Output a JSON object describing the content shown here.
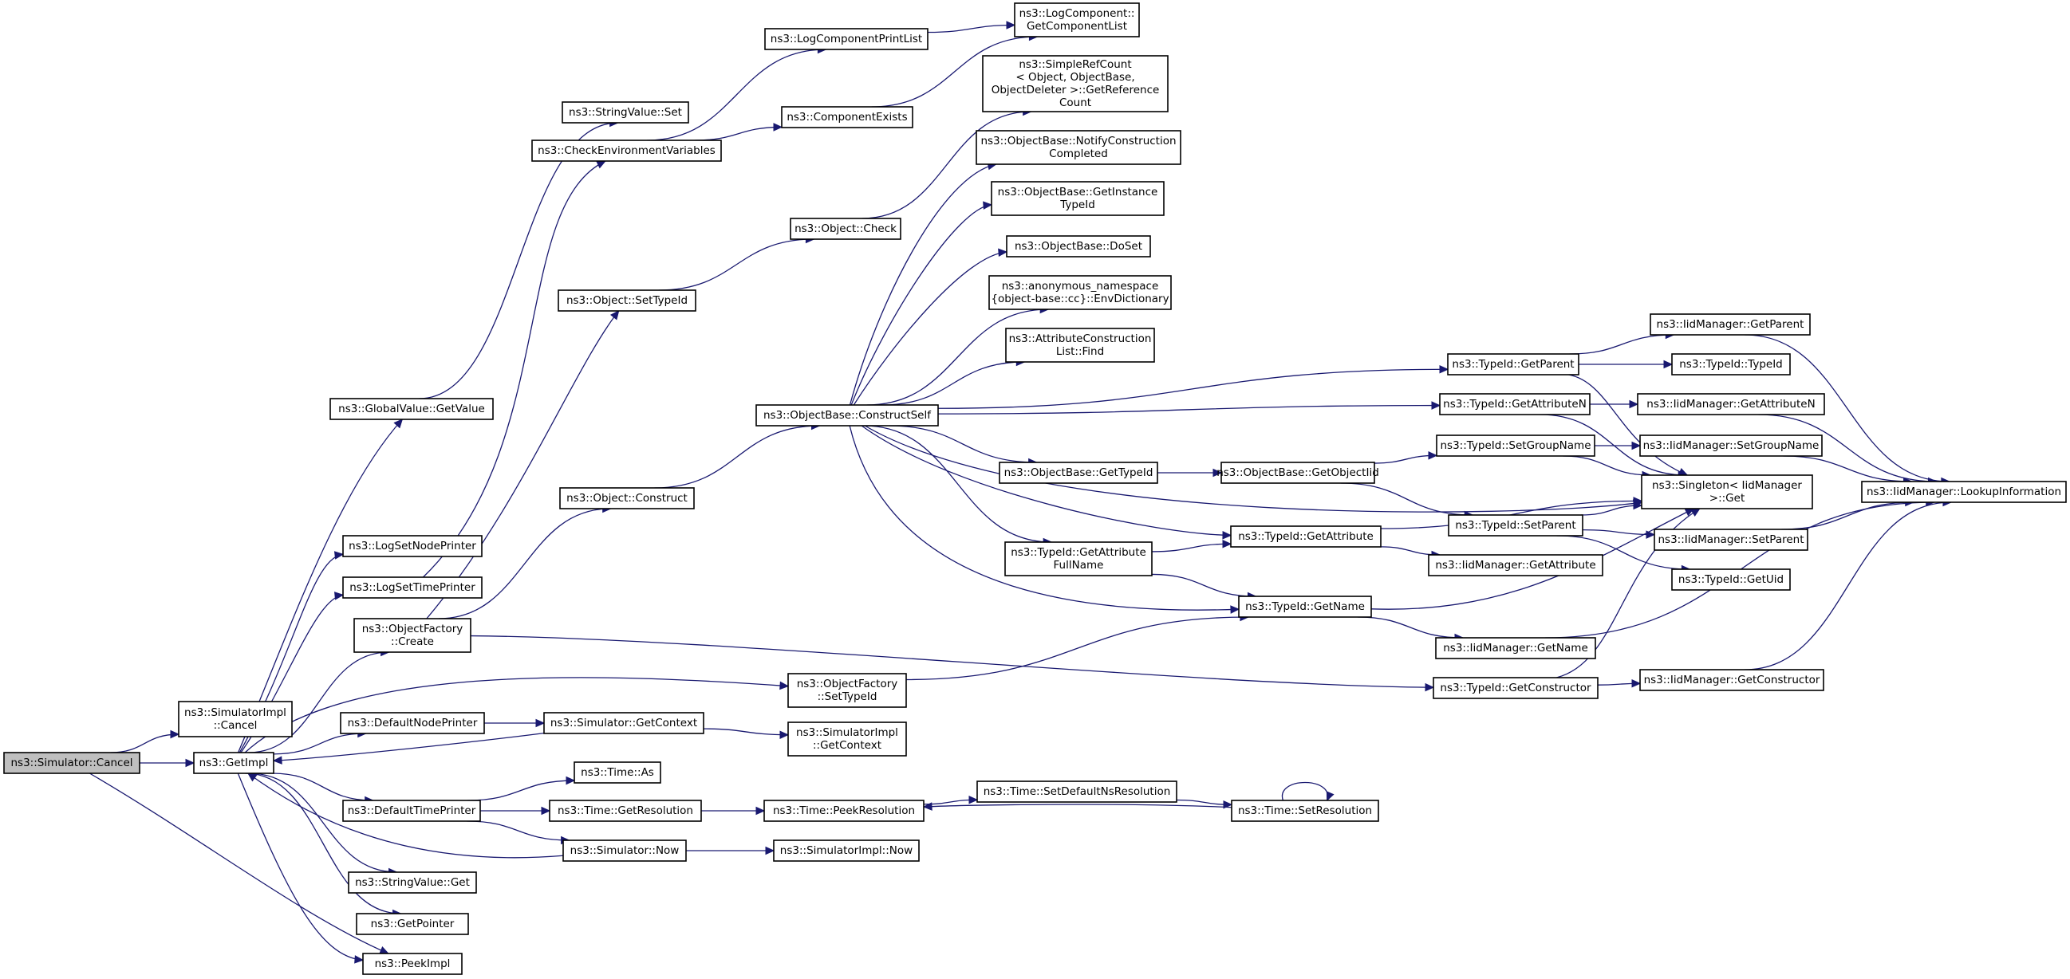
{
  "diagram": {
    "title": "",
    "colors": {
      "edge": "#191970",
      "node_border": "#000000",
      "root_fill": "#bfbfbf",
      "node_fill": "#ffffff",
      "background": "#ffffff"
    },
    "nodes": [
      {
        "id": "cancel",
        "lines": [
          "ns3::Simulator::Cancel"
        ],
        "root": true
      },
      {
        "id": "simimplcancel",
        "lines": [
          "ns3::SimulatorImpl",
          "::Cancel"
        ]
      },
      {
        "id": "getimpl",
        "lines": [
          "ns3::GetImpl"
        ]
      },
      {
        "id": "globalvalue",
        "lines": [
          "ns3::GlobalValue::GetValue"
        ]
      },
      {
        "id": "stringvalueset",
        "lines": [
          "ns3::StringValue::Set"
        ]
      },
      {
        "id": "checkenv",
        "lines": [
          "ns3::CheckEnvironmentVariables"
        ]
      },
      {
        "id": "logcompprint",
        "lines": [
          "ns3::LogComponentPrintList"
        ]
      },
      {
        "id": "getcomplist",
        "lines": [
          "ns3::LogComponent::",
          "GetComponentList"
        ]
      },
      {
        "id": "compexists",
        "lines": [
          "ns3::ComponentExists"
        ]
      },
      {
        "id": "logsetnode",
        "lines": [
          "ns3::LogSetNodePrinter"
        ]
      },
      {
        "id": "logsettime",
        "lines": [
          "ns3::LogSetTimePrinter"
        ]
      },
      {
        "id": "objfactcreate",
        "lines": [
          "ns3::ObjectFactory",
          "::Create"
        ]
      },
      {
        "id": "objsettypeid",
        "lines": [
          "ns3::Object::SetTypeId"
        ]
      },
      {
        "id": "objcheck",
        "lines": [
          "ns3::Object::Check"
        ]
      },
      {
        "id": "simplerefcount",
        "lines": [
          "ns3::SimpleRefCount",
          "< Object, ObjectBase,",
          "ObjectDeleter >::GetReference",
          "Count"
        ]
      },
      {
        "id": "objconstruct",
        "lines": [
          "ns3::Object::Construct"
        ]
      },
      {
        "id": "constructself",
        "lines": [
          "ns3::ObjectBase::ConstructSelf"
        ]
      },
      {
        "id": "notifyconst",
        "lines": [
          "ns3::ObjectBase::NotifyConstruction",
          "Completed"
        ]
      },
      {
        "id": "getinstance",
        "lines": [
          "ns3::ObjectBase::GetInstance",
          "TypeId"
        ]
      },
      {
        "id": "doset",
        "lines": [
          "ns3::ObjectBase::DoSet"
        ]
      },
      {
        "id": "envdict",
        "lines": [
          "ns3::anonymous_namespace",
          "{object-base::cc}::EnvDictionary"
        ]
      },
      {
        "id": "attrfind",
        "lines": [
          "ns3::AttributeConstruction",
          "List::Find"
        ]
      },
      {
        "id": "tgetparent",
        "lines": [
          "ns3::TypeId::GetParent"
        ]
      },
      {
        "id": "tgetattrn",
        "lines": [
          "ns3::TypeId::GetAttributeN"
        ]
      },
      {
        "id": "obgettypeid",
        "lines": [
          "ns3::ObjectBase::GetTypeId"
        ]
      },
      {
        "id": "getobjectiid",
        "lines": [
          "ns3::ObjectBase::GetObjectIid"
        ]
      },
      {
        "id": "tsetgroup",
        "lines": [
          "ns3::TypeId::SetGroupName"
        ]
      },
      {
        "id": "tsetparent",
        "lines": [
          "ns3::TypeId::SetParent"
        ]
      },
      {
        "id": "tgetattrfull",
        "lines": [
          "ns3::TypeId::GetAttribute",
          "FullName"
        ]
      },
      {
        "id": "tgetattr",
        "lines": [
          "ns3::TypeId::GetAttribute"
        ]
      },
      {
        "id": "tgetname",
        "lines": [
          "ns3::TypeId::GetName"
        ]
      },
      {
        "id": "iidgetparent",
        "lines": [
          "ns3::IidManager::GetParent"
        ]
      },
      {
        "id": "ttypeid",
        "lines": [
          "ns3::TypeId::TypeId"
        ]
      },
      {
        "id": "iidgetattrn",
        "lines": [
          "ns3::IidManager::GetAttributeN"
        ]
      },
      {
        "id": "iidsetgroup",
        "lines": [
          "ns3::IidManager::SetGroupName"
        ]
      },
      {
        "id": "singleton",
        "lines": [
          "ns3::Singleton< IidManager",
          ">::Get"
        ]
      },
      {
        "id": "iidsetparent",
        "lines": [
          "ns3::IidManager::SetParent"
        ]
      },
      {
        "id": "iidgetattr",
        "lines": [
          "ns3::IidManager::GetAttribute"
        ]
      },
      {
        "id": "tgetuid",
        "lines": [
          "ns3::TypeId::GetUid"
        ]
      },
      {
        "id": "iidgetname",
        "lines": [
          "ns3::IidManager::GetName"
        ]
      },
      {
        "id": "tgetconstructor",
        "lines": [
          "ns3::TypeId::GetConstructor"
        ]
      },
      {
        "id": "iidgetconstructor",
        "lines": [
          "ns3::IidManager::GetConstructor"
        ]
      },
      {
        "id": "lookupinfo",
        "lines": [
          "ns3::IidManager::LookupInformation"
        ]
      },
      {
        "id": "objfactsettypeid",
        "lines": [
          "ns3::ObjectFactory",
          "::SetTypeId"
        ]
      },
      {
        "id": "defnodeprinter",
        "lines": [
          "ns3::DefaultNodePrinter"
        ]
      },
      {
        "id": "simgetcontext",
        "lines": [
          "ns3::Simulator::GetContext"
        ]
      },
      {
        "id": "simimplgetcontext",
        "lines": [
          "ns3::SimulatorImpl",
          "::GetContext"
        ]
      },
      {
        "id": "timeas",
        "lines": [
          "ns3::Time::As"
        ]
      },
      {
        "id": "deftimeprinter",
        "lines": [
          "ns3::DefaultTimePrinter"
        ]
      },
      {
        "id": "timegetres",
        "lines": [
          "ns3::Time::GetResolution"
        ]
      },
      {
        "id": "timepeekres",
        "lines": [
          "ns3::Time::PeekResolution"
        ]
      },
      {
        "id": "timesetdefault",
        "lines": [
          "ns3::Time::SetDefaultNsResolution"
        ]
      },
      {
        "id": "timesetres",
        "lines": [
          "ns3::Time::SetResolution"
        ]
      },
      {
        "id": "simnow",
        "lines": [
          "ns3::Simulator::Now"
        ]
      },
      {
        "id": "simimplnow",
        "lines": [
          "ns3::SimulatorImpl::Now"
        ]
      },
      {
        "id": "stringvalueget",
        "lines": [
          "ns3::StringValue::Get"
        ]
      },
      {
        "id": "getpointer",
        "lines": [
          "ns3::GetPointer"
        ]
      },
      {
        "id": "peekimpl",
        "lines": [
          "ns3::PeekImpl"
        ]
      }
    ],
    "edges": [
      [
        "cancel",
        "simimplcancel"
      ],
      [
        "cancel",
        "getimpl"
      ],
      [
        "cancel",
        "peekimpl"
      ],
      [
        "getimpl",
        "globalvalue"
      ],
      [
        "getimpl",
        "logsetnode"
      ],
      [
        "getimpl",
        "logsettime"
      ],
      [
        "getimpl",
        "objfactcreate"
      ],
      [
        "getimpl",
        "objfactsettypeid"
      ],
      [
        "getimpl",
        "defnodeprinter"
      ],
      [
        "getimpl",
        "deftimeprinter"
      ],
      [
        "getimpl",
        "stringvalueget"
      ],
      [
        "getimpl",
        "getpointer"
      ],
      [
        "getimpl",
        "peekimpl"
      ],
      [
        "globalvalue",
        "stringvalueset"
      ],
      [
        "logsettime",
        "checkenv"
      ],
      [
        "checkenv",
        "logcompprint"
      ],
      [
        "checkenv",
        "compexists"
      ],
      [
        "logcompprint",
        "getcomplist"
      ],
      [
        "compexists",
        "getcomplist"
      ],
      [
        "objfactcreate",
        "objsettypeid"
      ],
      [
        "objfactcreate",
        "objconstruct"
      ],
      [
        "objfactcreate",
        "tgetconstructor"
      ],
      [
        "objsettypeid",
        "objcheck"
      ],
      [
        "objcheck",
        "simplerefcount"
      ],
      [
        "objconstruct",
        "constructself"
      ],
      [
        "constructself",
        "notifyconst"
      ],
      [
        "constructself",
        "getinstance"
      ],
      [
        "constructself",
        "doset"
      ],
      [
        "constructself",
        "envdict"
      ],
      [
        "constructself",
        "attrfind"
      ],
      [
        "constructself",
        "tgetparent"
      ],
      [
        "constructself",
        "tgetattrn"
      ],
      [
        "constructself",
        "obgettypeid"
      ],
      [
        "constructself",
        "tgetattrfull"
      ],
      [
        "constructself",
        "tgetattr"
      ],
      [
        "constructself",
        "singleton"
      ],
      [
        "constructself",
        "tgetname"
      ],
      [
        "obgettypeid",
        "getobjectiid"
      ],
      [
        "getobjectiid",
        "tsetgroup"
      ],
      [
        "getobjectiid",
        "tsetparent"
      ],
      [
        "tgetattrfull",
        "tgetattr"
      ],
      [
        "tgetattrfull",
        "tgetname"
      ],
      [
        "tgetattr",
        "singleton"
      ],
      [
        "tgetattr",
        "iidgetattr"
      ],
      [
        "tgetname",
        "singleton"
      ],
      [
        "tgetname",
        "iidgetname"
      ],
      [
        "tgetparent",
        "iidgetparent"
      ],
      [
        "tgetparent",
        "ttypeid"
      ],
      [
        "tgetparent",
        "singleton"
      ],
      [
        "tgetattrn",
        "iidgetattrn"
      ],
      [
        "tgetattrn",
        "singleton"
      ],
      [
        "tsetgroup",
        "iidsetgroup"
      ],
      [
        "tsetgroup",
        "singleton"
      ],
      [
        "tsetparent",
        "singleton"
      ],
      [
        "tsetparent",
        "iidsetparent"
      ],
      [
        "tsetparent",
        "tgetuid"
      ],
      [
        "tgetconstructor",
        "singleton"
      ],
      [
        "tgetconstructor",
        "iidgetconstructor"
      ],
      [
        "iidgetparent",
        "lookupinfo"
      ],
      [
        "iidgetattrn",
        "lookupinfo"
      ],
      [
        "iidsetgroup",
        "lookupinfo"
      ],
      [
        "iidsetparent",
        "lookupinfo"
      ],
      [
        "iidgetname",
        "lookupinfo"
      ],
      [
        "iidgetconstructor",
        "lookupinfo"
      ],
      [
        "objfactsettypeid",
        "tgetname"
      ],
      [
        "defnodeprinter",
        "simgetcontext"
      ],
      [
        "simgetcontext",
        "getimpl"
      ],
      [
        "simgetcontext",
        "simimplgetcontext"
      ],
      [
        "deftimeprinter",
        "timeas"
      ],
      [
        "deftimeprinter",
        "timegetres"
      ],
      [
        "deftimeprinter",
        "simnow"
      ],
      [
        "timegetres",
        "timepeekres"
      ],
      [
        "timepeekres",
        "timesetdefault"
      ],
      [
        "timesetdefault",
        "timesetres"
      ],
      [
        "timesetres",
        "timepeekres"
      ],
      [
        "timesetres",
        "timesetres"
      ],
      [
        "simnow",
        "getimpl"
      ],
      [
        "simnow",
        "simimplnow"
      ]
    ]
  }
}
